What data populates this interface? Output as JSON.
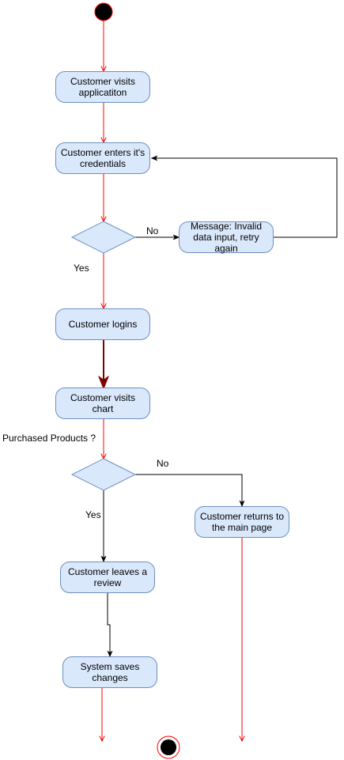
{
  "colors": {
    "node_fill": "#dae8fc",
    "node_stroke": "#6c8ebf",
    "flow_red": "#ff0000",
    "flow_dark_red": "#7f0000",
    "flow_black": "#000000",
    "terminal": "#000000"
  },
  "nodes": {
    "visit_app": "Customer visits applicatiton",
    "enter_credentials": "Customer enters it's credentials",
    "invalid_message": "Message: Invalid data input, retry again",
    "login": "Customer logins",
    "visit_chart": "Customer visits chart",
    "leave_review": "Customer leaves a review",
    "return_main": "Customer returns to the main page",
    "save_changes": "System saves changes"
  },
  "labels": {
    "credentials_no": "No",
    "credentials_yes": "Yes",
    "purchased_question": "Purchased Products ?",
    "purchased_no": "No",
    "purchased_yes": "Yes"
  }
}
